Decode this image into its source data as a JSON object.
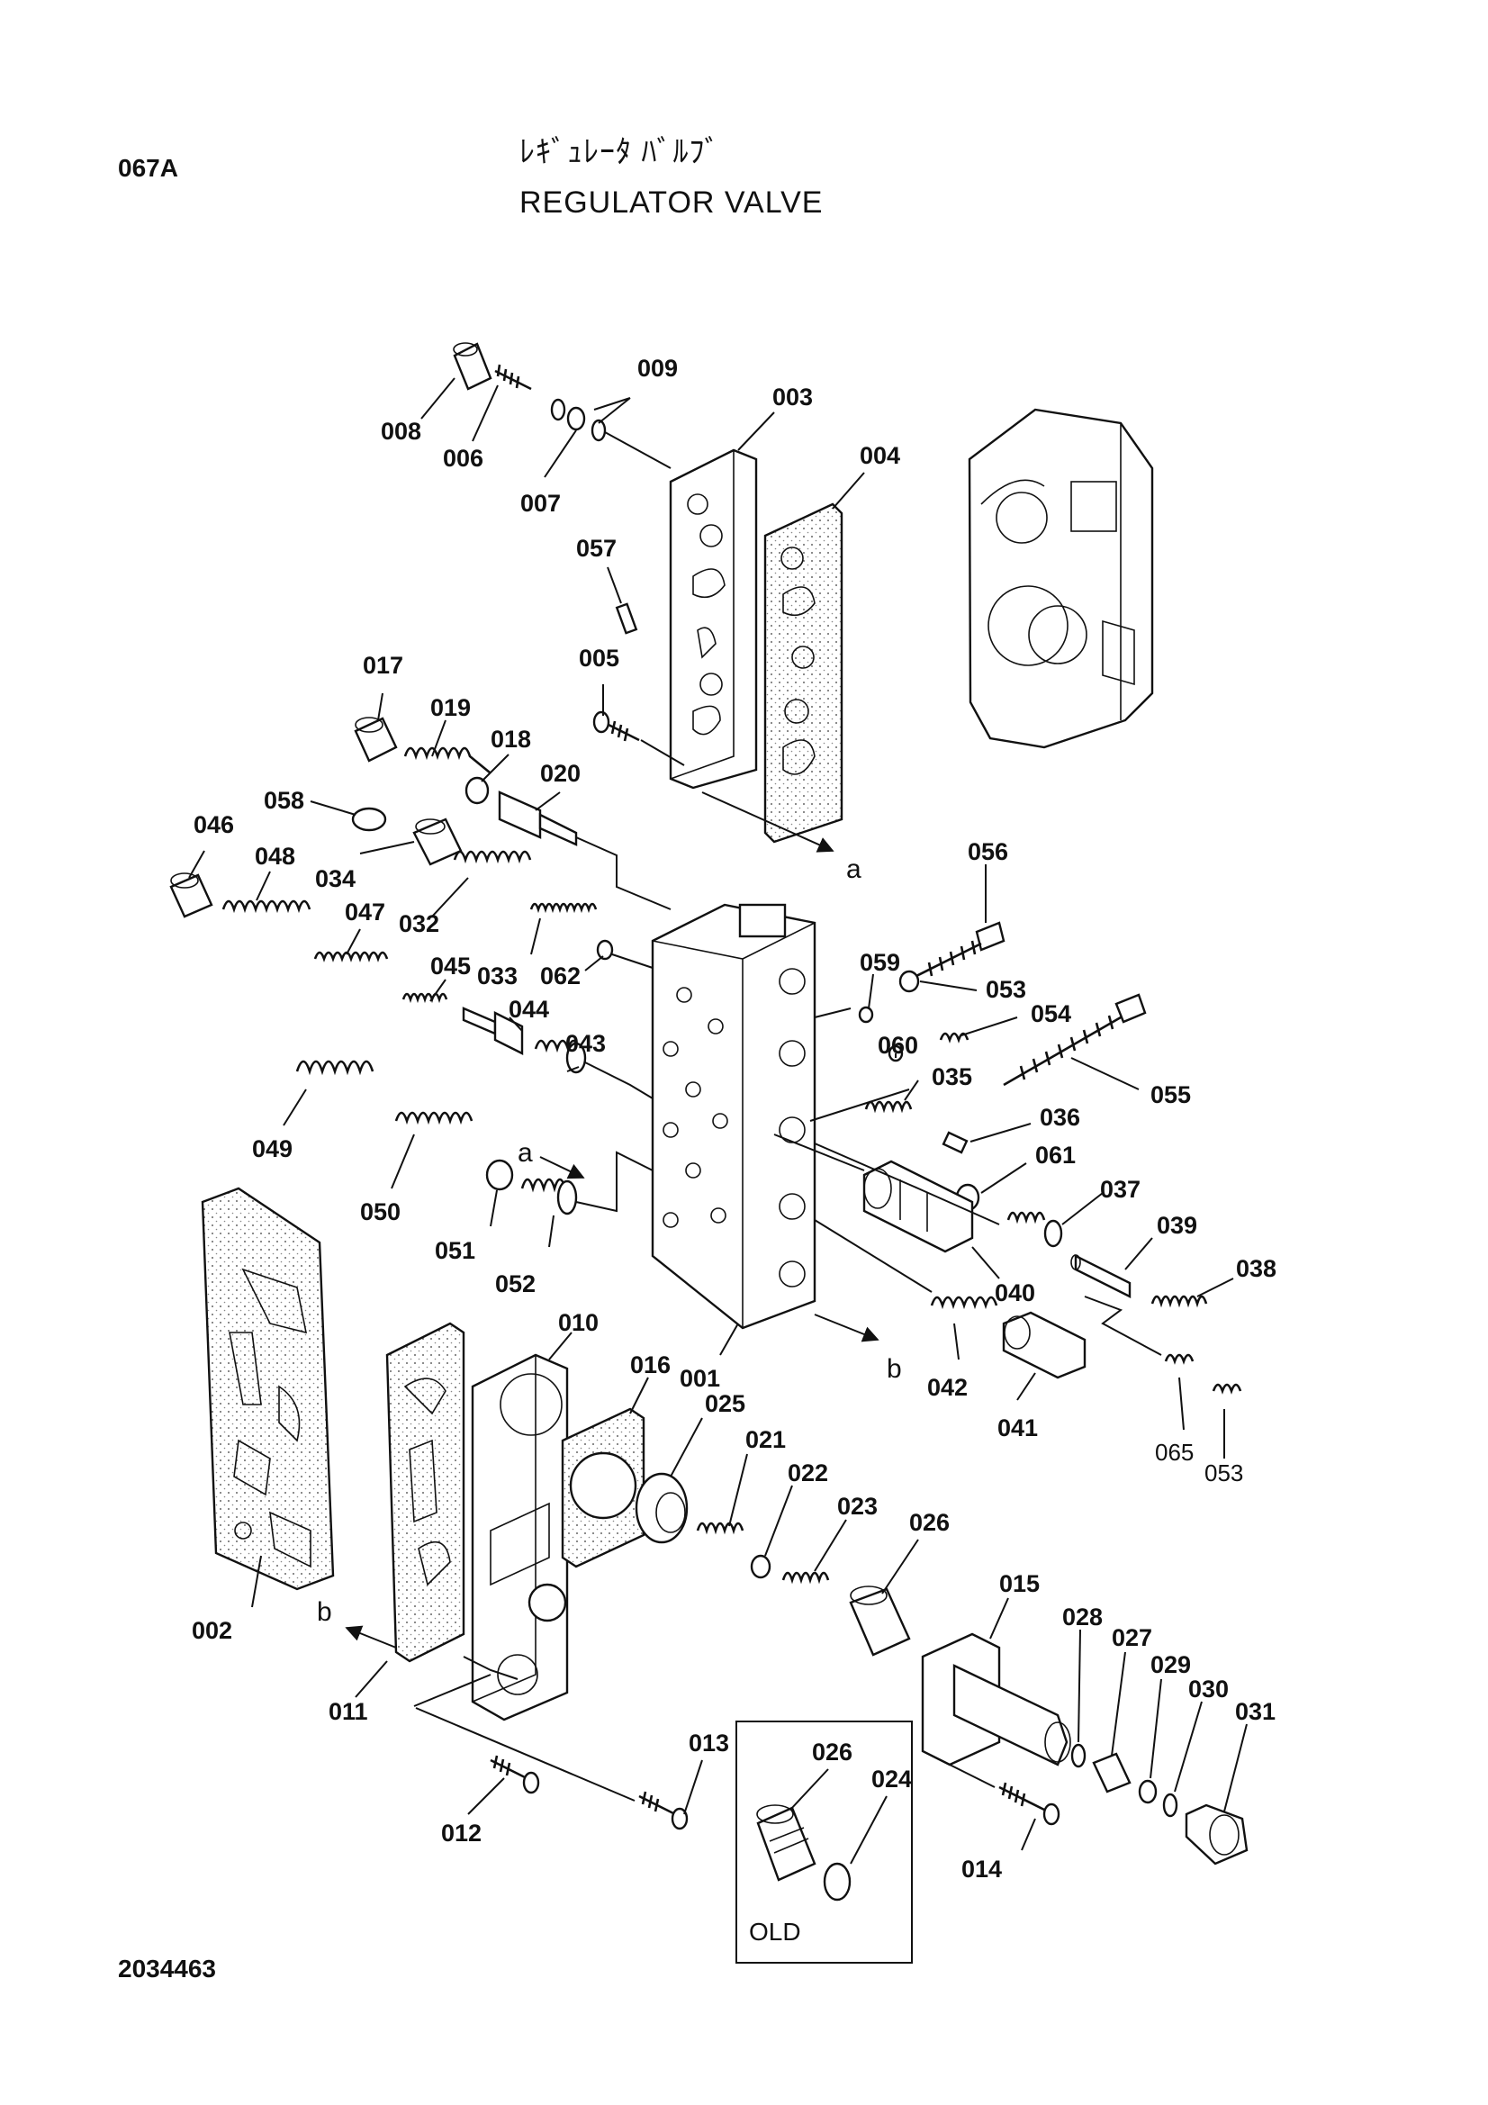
{
  "header": {
    "page_code": "067A",
    "title_jp": "ﾚｷﾞｭﾚｰﾀ ﾊﾞﾙﾌﾞ",
    "title_en": "REGULATOR VALVE",
    "drawing_number": "2034463"
  },
  "old_box_label": "OLD",
  "flow_markers": {
    "a": "a",
    "b": "b"
  },
  "callouts": {
    "p001": "001",
    "p002": "002",
    "p003": "003",
    "p004": "004",
    "p005": "005",
    "p006": "006",
    "p007": "007",
    "p008": "008",
    "p009": "009",
    "p010": "010",
    "p011": "011",
    "p012": "012",
    "p013": "013",
    "p014": "014",
    "p015": "015",
    "p016": "016",
    "p017": "017",
    "p018": "018",
    "p019": "019",
    "p020": "020",
    "p021": "021",
    "p022": "022",
    "p023": "023",
    "p024": "024",
    "p025": "025",
    "p026": "026",
    "p026_old": "026",
    "p027": "027",
    "p028": "028",
    "p029": "029",
    "p030": "030",
    "p031": "031",
    "p032": "032",
    "p033": "033",
    "p034": "034",
    "p035": "035",
    "p036": "036",
    "p037": "037",
    "p038": "038",
    "p039": "039",
    "p040": "040",
    "p041": "041",
    "p042": "042",
    "p043": "043",
    "p044": "044",
    "p045": "045",
    "p046": "046",
    "p047": "047",
    "p048": "048",
    "p049": "049",
    "p050": "050",
    "p051": "051",
    "p052": "052",
    "p053": "053",
    "p053_lower": "053",
    "p054": "054",
    "p055": "055",
    "p056": "056",
    "p057": "057",
    "p058": "058",
    "p059": "059",
    "p060": "060",
    "p061": "061",
    "p062": "062",
    "p065": "065"
  }
}
